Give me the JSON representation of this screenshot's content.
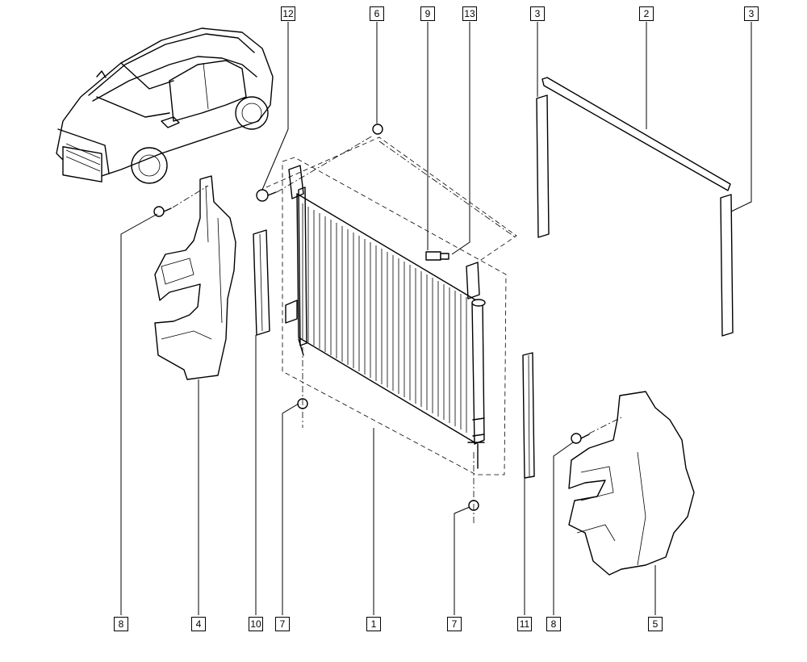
{
  "callouts": {
    "top": [
      "12",
      "6",
      "9",
      "13",
      "3",
      "2",
      "3"
    ],
    "bottom": [
      "8",
      "4",
      "10",
      "7",
      "1",
      "7",
      "11",
      "8",
      "5"
    ]
  },
  "parts": {
    "vehicle": "vehicle-illustration",
    "condenser": "condenser",
    "left_air_deflector": "left-air-deflector",
    "right_air_deflector": "right-air-deflector",
    "top_seal": "upper-seal-strip",
    "side_seals": "side-seal-strips",
    "foam_seals": "foam-seals",
    "pressure_sensor": "pressure-sensor",
    "fasteners": "fasteners"
  }
}
